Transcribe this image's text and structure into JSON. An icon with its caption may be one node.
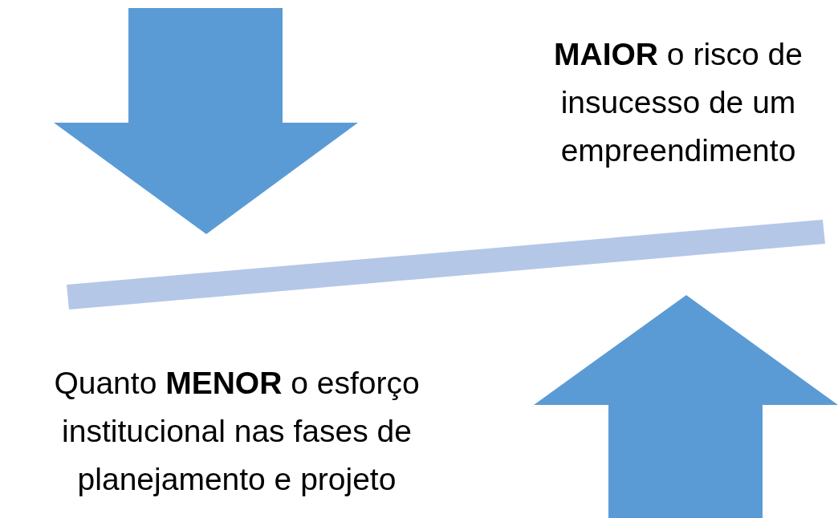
{
  "diagram": {
    "nodes": [
      {
        "text": [],
        "shape": "bar"
      }
    ],
    "labels": [
      "**MAIOR** o risco de insucesso de um empreendimento",
      "Quanto **MENOR** o esforço institucional nas fases de planejamento e projeto"
    ]
  }
}
